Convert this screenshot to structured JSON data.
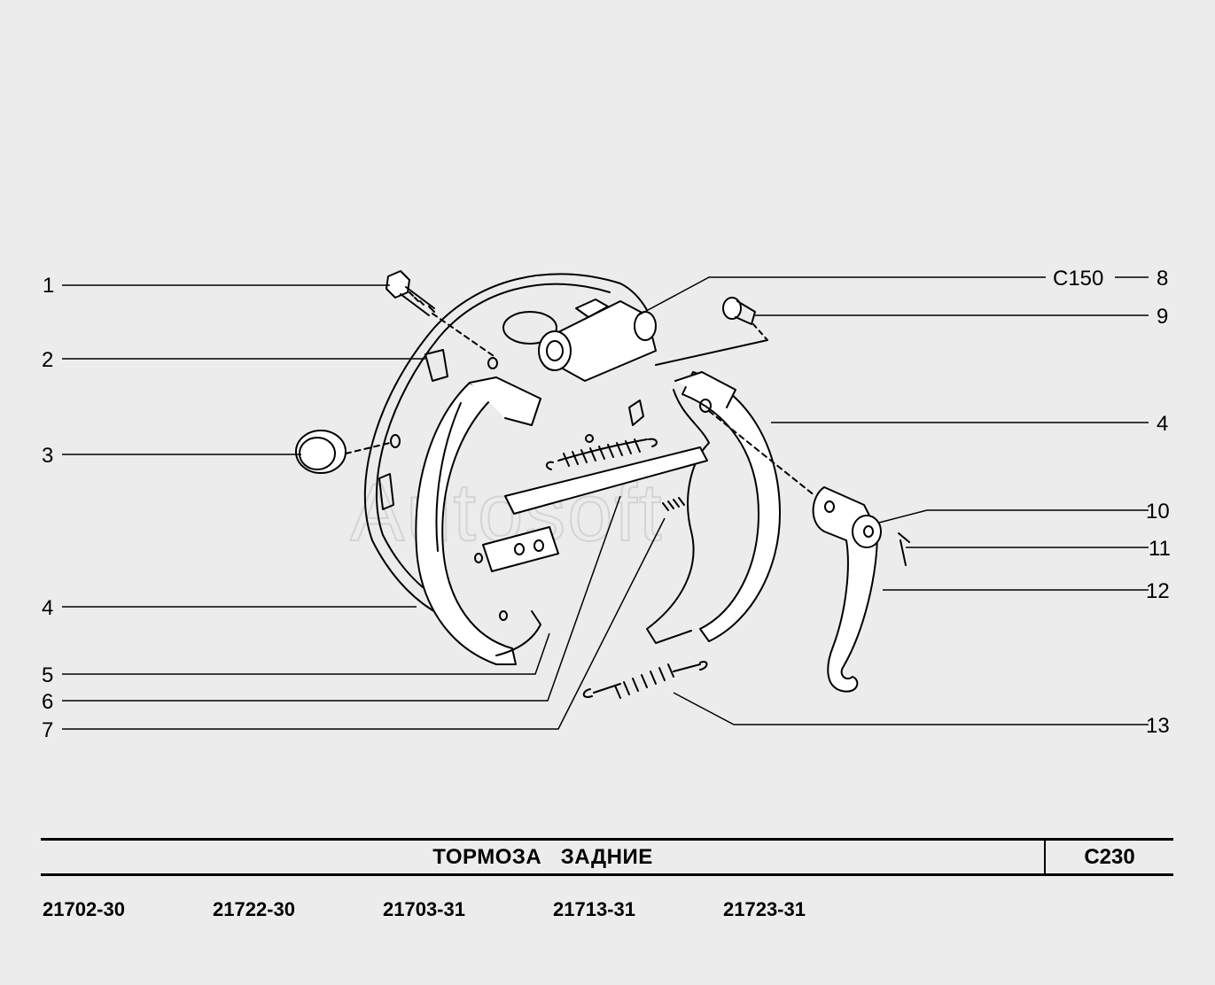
{
  "title": "ТОРМОЗА   ЗАДНИЕ",
  "code": "С230",
  "watermark": "Autosoft",
  "callouts": {
    "n1": "1",
    "n2": "2",
    "n3": "3",
    "n4_left": "4",
    "n5": "5",
    "n6": "6",
    "n7": "7",
    "n8": "8",
    "ref_c150": "С150",
    "n9": "9",
    "n4_right": "4",
    "n10": "10",
    "n11": "11",
    "n12": "12",
    "n13": "13"
  },
  "models": [
    "21702-30",
    "21722-30",
    "21703-31",
    "21713-31",
    "21723-31"
  ]
}
